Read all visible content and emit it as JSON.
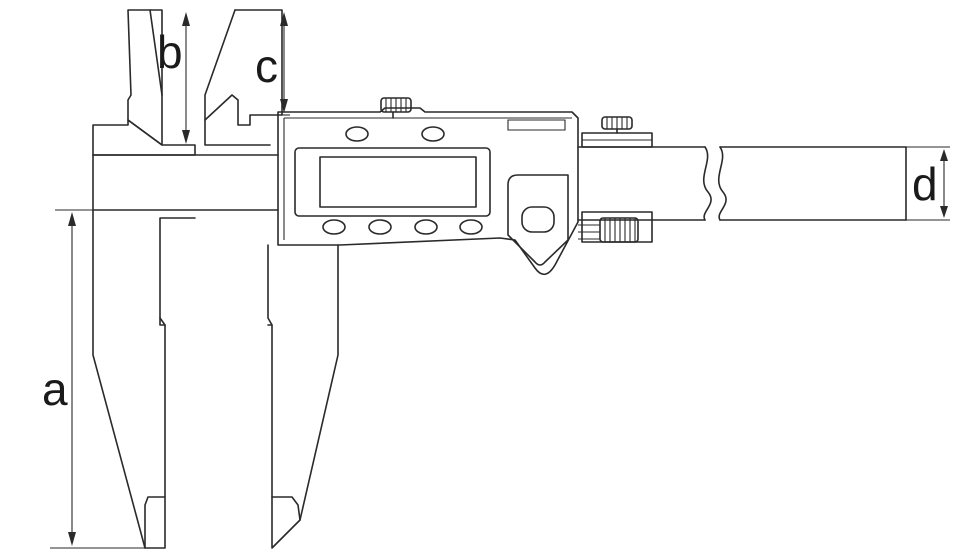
{
  "labels": {
    "a": "a",
    "b": "b",
    "c": "c",
    "d": "d"
  },
  "colors": {
    "line": "#2a2a2a",
    "background": "#ffffff"
  }
}
